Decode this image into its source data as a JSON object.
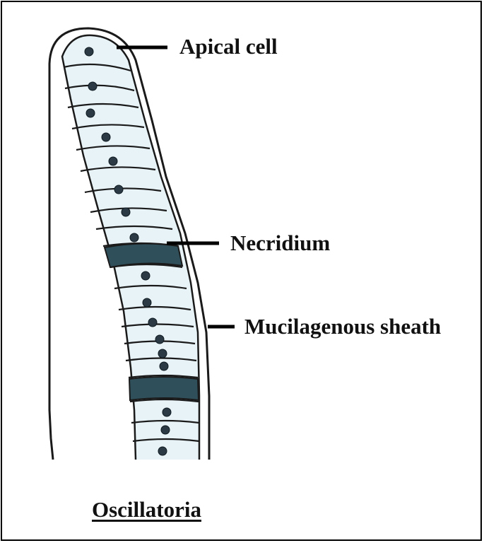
{
  "diagram": {
    "labels": {
      "apical_cell": "Apical cell",
      "necridium": "Necridium",
      "mucilagenous_sheath": "Mucilagenous sheath"
    },
    "caption": "Oscillatoria"
  },
  "colors": {
    "outline": "#1a1a1a",
    "cell_fill": "#e8f3f8",
    "necridium_fill": "#2f4f5a",
    "nucleus": "#2b3a44"
  }
}
